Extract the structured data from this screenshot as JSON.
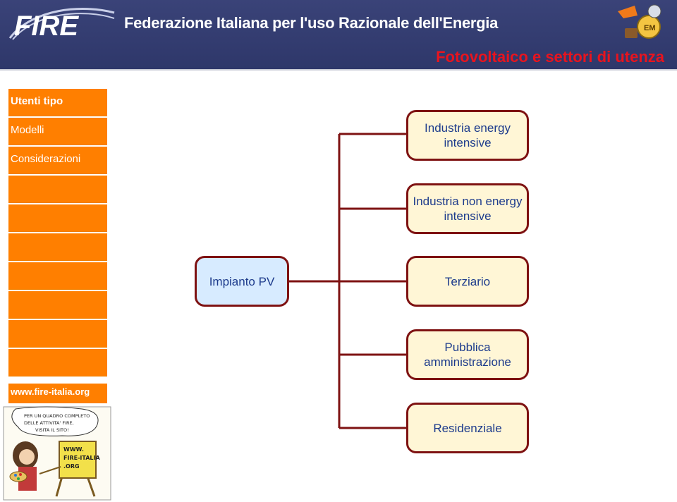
{
  "header": {
    "logo_text": "FIRE",
    "org_name": "Federazione Italiana per l'uso Razionale dell'Energia",
    "page_title": "Fotovoltaico e settori di utenza"
  },
  "sidebar": {
    "items": [
      {
        "label": "Utenti tipo"
      },
      {
        "label": "Modelli"
      },
      {
        "label": "Considerazioni"
      }
    ],
    "url": "www.fire-italia.org"
  },
  "cartoon": {
    "caption": "PER UN QUADRO COMPLETO DELLE ATTIVITA' FIRE, VISITA IL SITO!",
    "sign": "WWW. FIRE-ITALIA .ORG"
  },
  "diagram": {
    "source": "Impianto PV",
    "targets": [
      "Industria energy intensive",
      "Industria non energy intensive",
      "Terziario",
      "Pubblica amministrazione",
      "Residenziale"
    ]
  },
  "colors": {
    "header_bg": "#2e376a",
    "title_red": "#e8141e",
    "sidebar_orange": "#ff7f00",
    "connector": "#7e1212",
    "node_fill": "#fff6d6",
    "source_fill": "#d7ebff",
    "node_text": "#1d3b8c"
  }
}
